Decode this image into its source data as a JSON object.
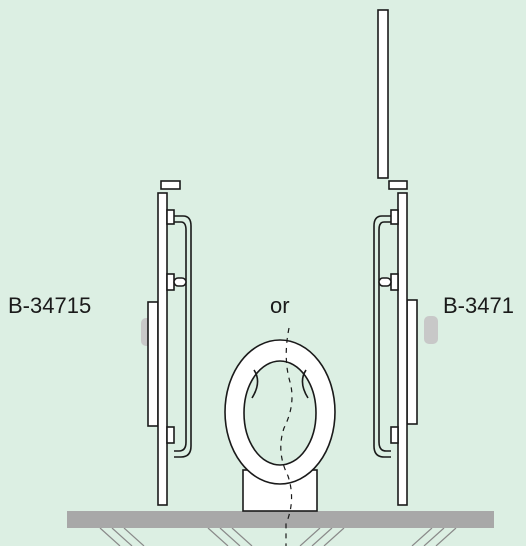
{
  "labels": {
    "left_part": "B-34715",
    "middle_word": "or",
    "right_part": "B-3471"
  },
  "colors": {
    "background": "#dcefe3",
    "floor": "#a8a8a8",
    "bumper": "#c8c8c8",
    "outline": "#1a1a1a"
  }
}
